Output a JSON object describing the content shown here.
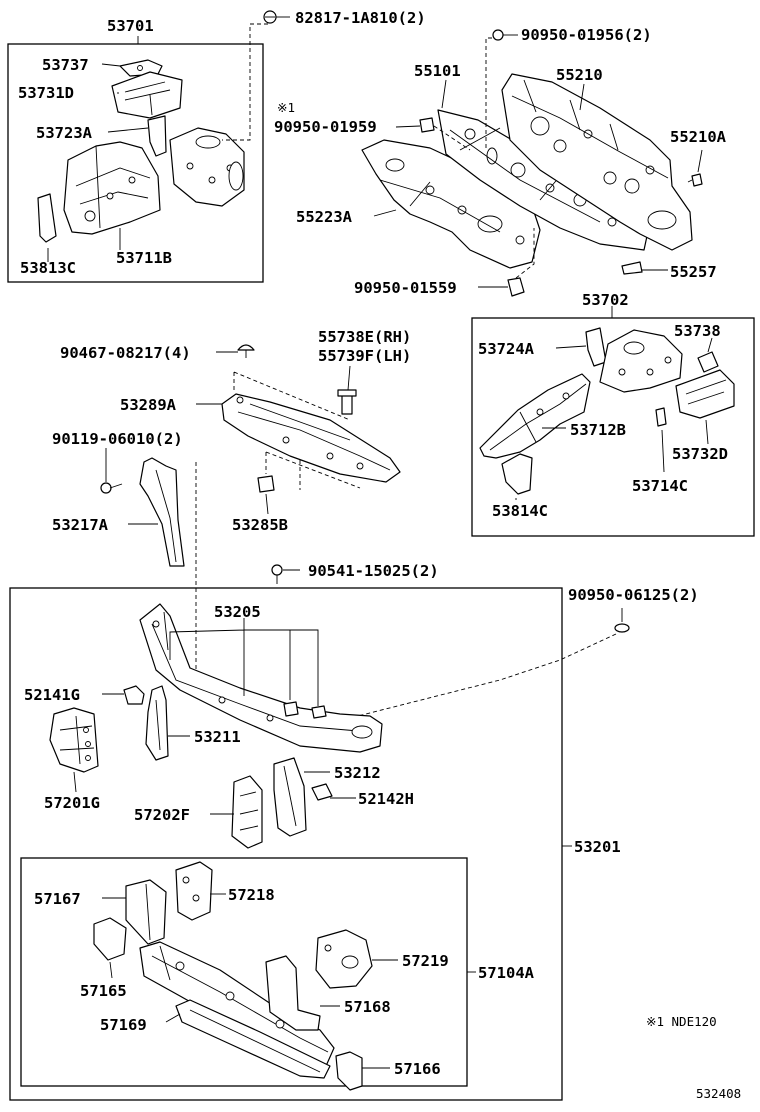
{
  "labels": {
    "p53701": "53701",
    "p82817": "82817-1A810(2)",
    "p90950_01956": "90950-01956(2)",
    "p53737": "53737",
    "p53731D": "53731D",
    "p53723A": "53723A",
    "p53813C": "53813C",
    "p53711B": "53711B",
    "p55101": "55101",
    "p55210": "55210",
    "note_mark": "※1",
    "p90950_01959": "90950-01959",
    "p55210A": "55210A",
    "p55223A": "55223A",
    "p55257": "55257",
    "p90950_01559": "90950-01559",
    "p53702": "53702",
    "p53724A": "53724A",
    "p53738": "53738",
    "p53712B": "53712B",
    "p53732D": "53732D",
    "p53714C": "53714C",
    "p53814C": "53814C",
    "p55738E": "55738E(RH)",
    "p55739F": "55739F(LH)",
    "p90467": "90467-08217(4)",
    "p53289A": "53289A",
    "p90119": "90119-06010(2)",
    "p53217A": "53217A",
    "p53285B": "53285B",
    "p90541": "90541-15025(2)",
    "p90950_06125": "90950-06125(2)",
    "p53205": "53205",
    "p52141G": "52141G",
    "p53211": "53211",
    "p57201G": "57201G",
    "p53212": "53212",
    "p52142H": "52142H",
    "p57202F": "57202F",
    "p53201": "53201",
    "p57167": "57167",
    "p57218": "57218",
    "p57219": "57219",
    "p57104A": "57104A",
    "p57165": "57165",
    "p57168": "57168",
    "p57169": "57169",
    "p57166": "57166",
    "footnote": "※1 NDE120",
    "diagram_id": "532408"
  }
}
